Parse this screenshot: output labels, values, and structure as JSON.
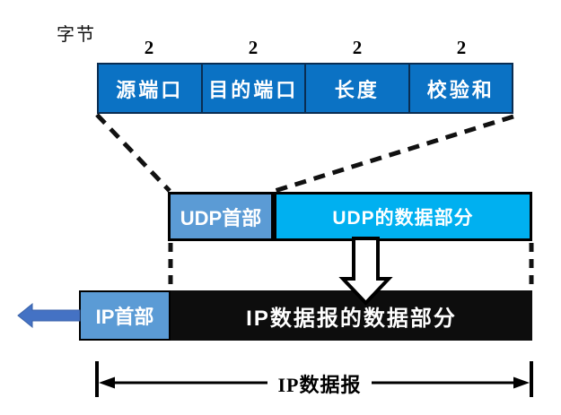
{
  "diagram": {
    "title_hint": "UDP datagram encapsulated into IP datagram",
    "bytes_label": "字节",
    "udp_fields": [
      {
        "size": "2",
        "label": "源端口"
      },
      {
        "size": "2",
        "label": "目的端口"
      },
      {
        "size": "2",
        "label": "长度"
      },
      {
        "size": "2",
        "label": "校验和"
      }
    ],
    "udp_row": {
      "header_label": "UDP首部",
      "data_label": "UDP的数据部分"
    },
    "ip_row": {
      "header_label": "IP首部",
      "data_label": "IP数据报的数据部分"
    },
    "ip_datagram_label": "IP数据报",
    "colors": {
      "field_fill": "#0B72C4",
      "field_border": "#0A2D52",
      "header_fill": "#5B9BD5",
      "udp_data_fill": "#00B0F0",
      "ip_data_fill": "#0D0D0D",
      "block_arrow_fill": "#4472C4",
      "line_color": "#111111"
    }
  }
}
